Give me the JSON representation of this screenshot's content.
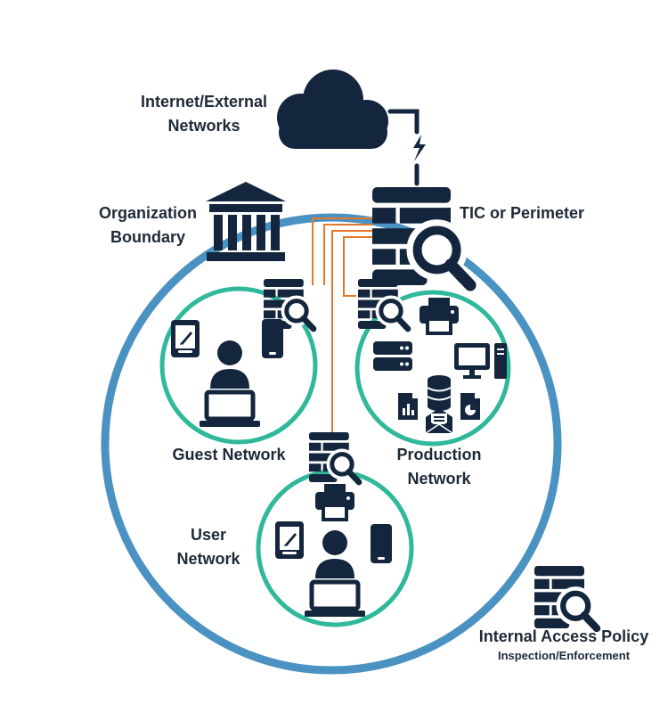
{
  "labels": {
    "internet": [
      "Internet/External",
      "Networks"
    ],
    "organization": [
      "Organization",
      "Boundary"
    ],
    "tic": "TIC or Perimeter",
    "guest": "Guest Network",
    "production": [
      "Production",
      "Network"
    ],
    "user": [
      "User",
      "Network"
    ],
    "policy_title": "Internal Access Policy",
    "policy_subtitle": "Inspection/Enforcement"
  },
  "colors": {
    "navy": "#14263d",
    "boundary_blue": "#4a92c2",
    "network_teal": "#2fb99a",
    "flow_orange": "#e8782a",
    "text": "#1e2a38"
  },
  "icons": {
    "internet": "cloud-icon",
    "connection": "lightning-icon",
    "organization": "bank-building-icon",
    "tic": "firewall-inspect-icon",
    "guest_devices": [
      "tablet-icon",
      "person-laptop-icon",
      "phone-icon"
    ],
    "production_devices": [
      "printer-icon",
      "server-icon",
      "desktop-computer-icon",
      "database-icon",
      "document-icon",
      "email-icon"
    ],
    "user_devices": [
      "printer-icon",
      "tablet-icon",
      "person-laptop-icon",
      "phone-icon"
    ]
  }
}
